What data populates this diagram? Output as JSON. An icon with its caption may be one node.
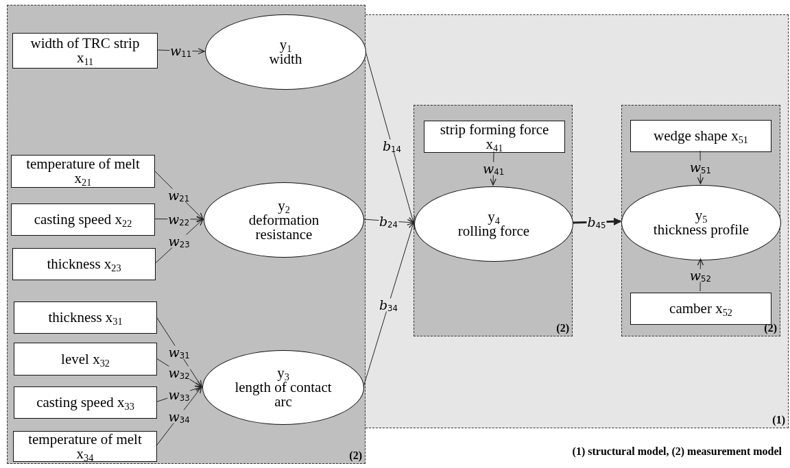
{
  "diagram": {
    "nodes": [
      {
        "text": [
          "(2)"
        ]
      },
      {
        "text": [
          "width of TRC strip x$_{11}$"
        ],
        "in": 0
      },
      {
        "text": [
          "y$_{1}$",
          "width"
        ],
        "in": 0
      },
      {
        "text": [
          "temperature of melt x$_{21}$"
        ],
        "in": 0
      },
      {
        "text": [
          "casting speed x$_{22}$"
        ],
        "in": 0
      },
      {
        "text": [
          "thickness x$_{23}$"
        ],
        "in": 0
      },
      {
        "text": [
          "y$_{2}$",
          "deformation resistance"
        ],
        "in": 0
      },
      {
        "text": [
          "thickness x$_{31}$"
        ],
        "in": 0
      },
      {
        "text": [
          "level x$_{32}$"
        ],
        "in": 0
      },
      {
        "text": [
          "casting speed x$_{33}$"
        ],
        "in": 0
      },
      {
        "text": [
          "temperature of melt x$_{34}$"
        ],
        "in": 0
      },
      {
        "text": [
          "y$_{3}$",
          "length of contact arc"
        ],
        "in": 0
      },
      {
        "text": [
          "(1)"
        ]
      },
      {
        "text": [
          "(2)"
        ],
        "in": 12
      },
      {
        "text": [
          "strip forming force x$_{41}$"
        ],
        "in": 13
      },
      {
        "text": [
          "y$_{4}$",
          "rolling force"
        ],
        "in": 13
      },
      {
        "text": [
          "(2)"
        ],
        "in": 12
      },
      {
        "text": [
          "wedge shape x$_{51}$"
        ],
        "in": 16
      },
      {
        "text": [
          "y$_{5}$",
          "thickness profile"
        ],
        "in": 16
      },
      {
        "text": [
          "camber x$_{52}$"
        ],
        "in": 16
      }
    ],
    "edges": [
      {
        "from": 1,
        "to": 2,
        "arrow": "to",
        "label": "*w*$_{11}$"
      },
      {
        "from": 3,
        "to": 6,
        "arrow": "to",
        "label": "*w*$_{21}$"
      },
      {
        "from": 4,
        "to": 6,
        "arrow": "to",
        "label": "*w*$_{22}$"
      },
      {
        "from": 5,
        "to": 6,
        "arrow": "to",
        "label": "*w*$_{23}$"
      },
      {
        "from": 7,
        "to": 11,
        "arrow": "to",
        "label": "*w*$_{31}$"
      },
      {
        "from": 8,
        "to": 11,
        "arrow": "to",
        "label": "*w*$_{32}$"
      },
      {
        "from": 9,
        "to": 11,
        "arrow": "to",
        "label": "*w*$_{33}$"
      },
      {
        "from": 10,
        "to": 11,
        "arrow": "to",
        "label": "*w*$_{34}$"
      },
      {
        "from": 2,
        "to": 15,
        "arrow": "to",
        "label": "*b*$_{14}$"
      },
      {
        "from": 6,
        "to": 15,
        "arrow": "to",
        "label": "*b*$_{24}$"
      },
      {
        "from": 11,
        "to": 15,
        "arrow": "to",
        "label": "*b*$_{34}$"
      },
      {
        "from": 14,
        "to": 15,
        "arrow": "to",
        "label": "*w*$_{41}$"
      },
      {
        "from": 15,
        "to": 18,
        "arrow": "to",
        "label": "*b*$_{45}$",
        "style": "thick"
      },
      {
        "from": 17,
        "to": 18,
        "arrow": "to",
        "label": "*w*$_{51}$"
      },
      {
        "from": 19,
        "to": 18,
        "arrow": "to",
        "label": "*w*$_{52}$"
      }
    ],
    "labels": [
      "(1) structural model, (2) measurement model"
    ]
  }
}
